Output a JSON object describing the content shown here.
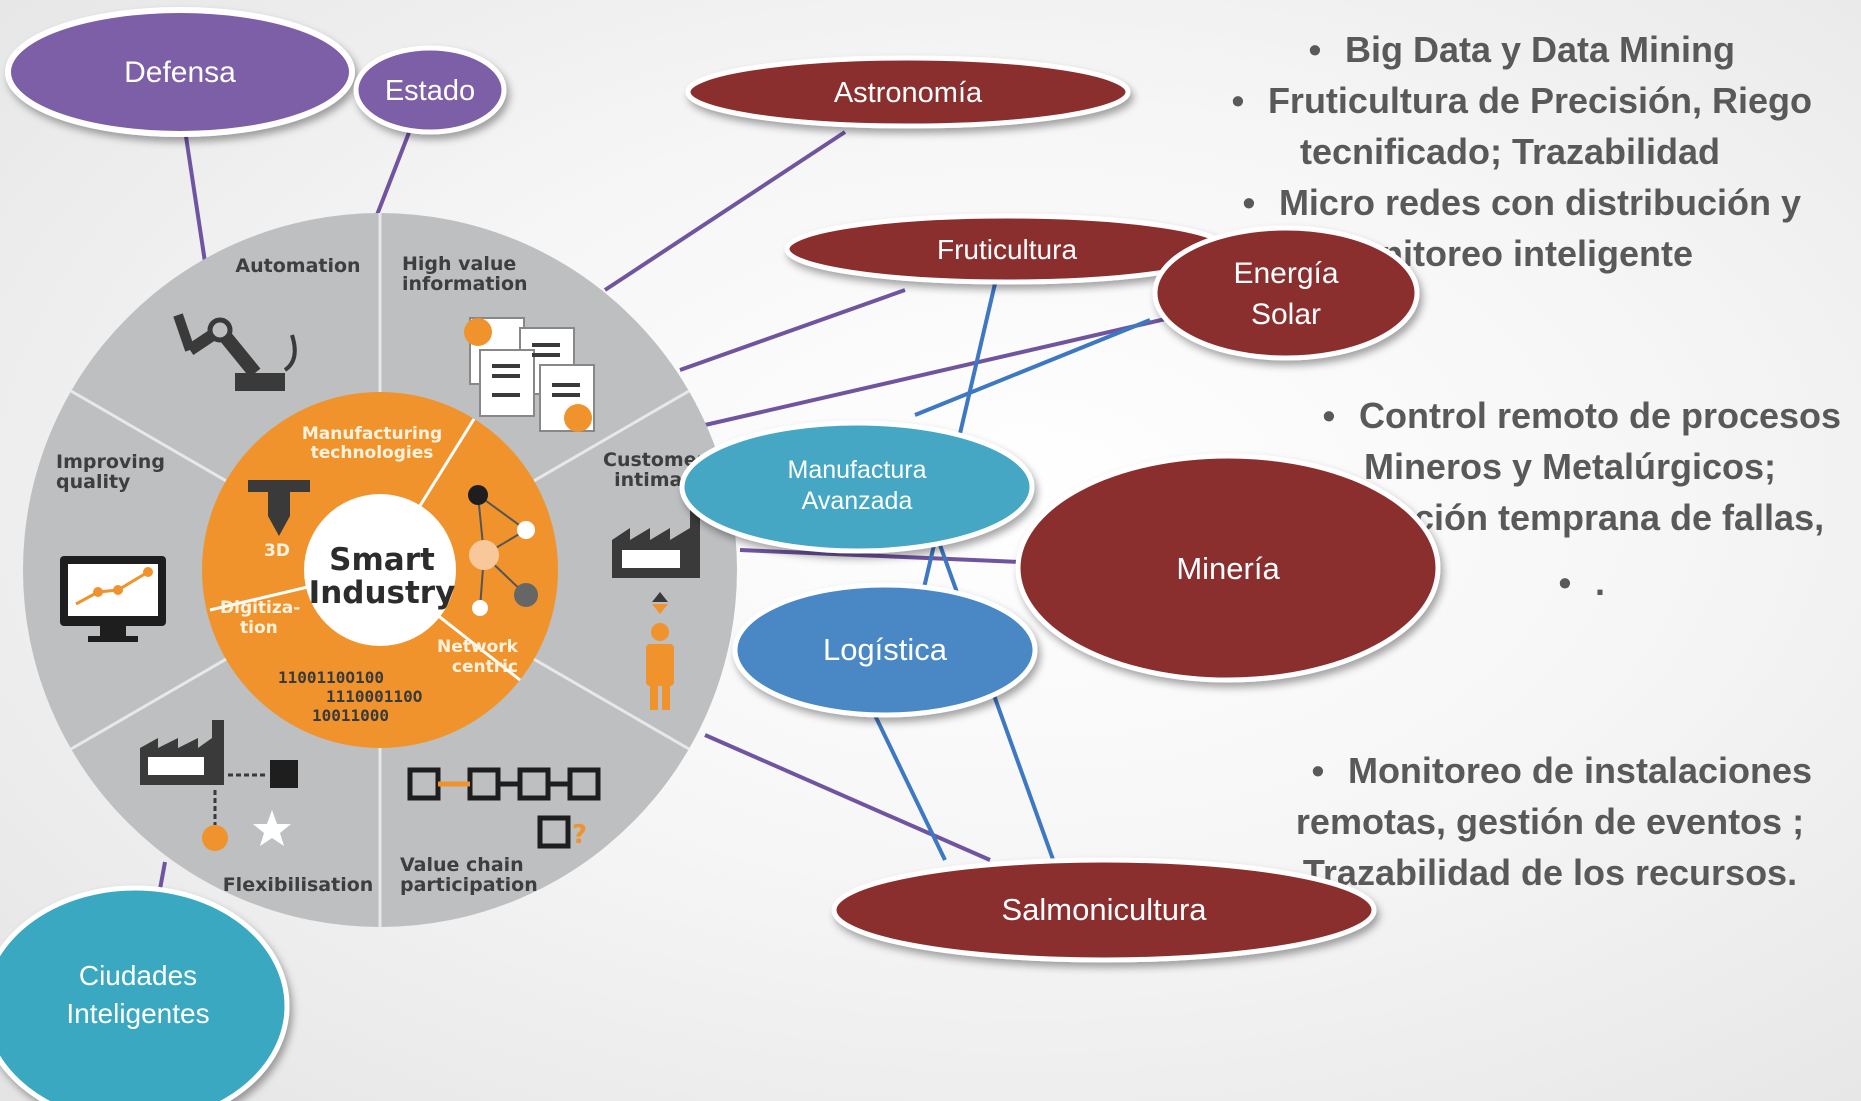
{
  "wheel": {
    "center_line1": "Smart",
    "center_line2": "Industry",
    "segments": {
      "automation": "Automation",
      "high_value_1": "High value",
      "high_value_2": "information",
      "customer_1": "Customer",
      "customer_2": "intimacy",
      "value_chain_1": "Value chain",
      "value_chain_2": "participation",
      "flexibilisation": "Flexibilisation",
      "improving_1": "Improving",
      "improving_2": "quality"
    },
    "inner": {
      "manufacturing_1": "Manufacturing",
      "manufacturing_2": "technologies",
      "label_3d": "3D",
      "network_1": "Network",
      "network_2": "centric",
      "digitization_1": "Digitiza-",
      "digitization_2": "tion",
      "binary_1": "1100110O100",
      "binary_2": "111000110O",
      "binary_3": "10011000"
    }
  },
  "nodes": {
    "defensa": "Defensa",
    "estado": "Estado",
    "astronomia": "Astronomía",
    "fruticultura": "Fruticultura",
    "energia_1": "Energía",
    "energia_2": "Solar",
    "manufactura_1": "Manufactura",
    "manufactura_2": "Avanzada",
    "logistica": "Logística",
    "mineria": "Minería",
    "salmonicultura": "Salmonicultura",
    "ciudades_1": "Ciudades",
    "ciudades_2": "Inteligentes"
  },
  "text_blocks": {
    "block1": {
      "b1": "Big Data y Data Mining",
      "b2_line1": "Fruticultura de Precisión,  Riego",
      "b2_line2": "tecnificado; Trazabilidad",
      "b3_line1": "Micro redes con distribución y",
      "b3_line2": "monitoreo inteligente"
    },
    "block2": {
      "b1_line1": "Control remoto de procesos",
      "b1_line2": "Mineros y Metalúrgicos;",
      "b1_line3": "Detección temprana de fallas,",
      "b2": "."
    },
    "block3": {
      "b1_line1": "Monitoreo de instalaciones",
      "b1_line2": "remotas, gestión de eventos ;",
      "b1_line3": "Trazabilidad de los recursos."
    }
  },
  "colors": {
    "purple": "#7b5ea7",
    "dark_red": "#8b2e2e",
    "light_blue": "#45a7c3",
    "mid_blue": "#4a88c4",
    "teal": "#3aa8c1",
    "orange": "#f0932c",
    "wheel_gray": "#bdbfc1",
    "connector_purple": "#7054a0",
    "connector_blue": "#3e78c2"
  }
}
